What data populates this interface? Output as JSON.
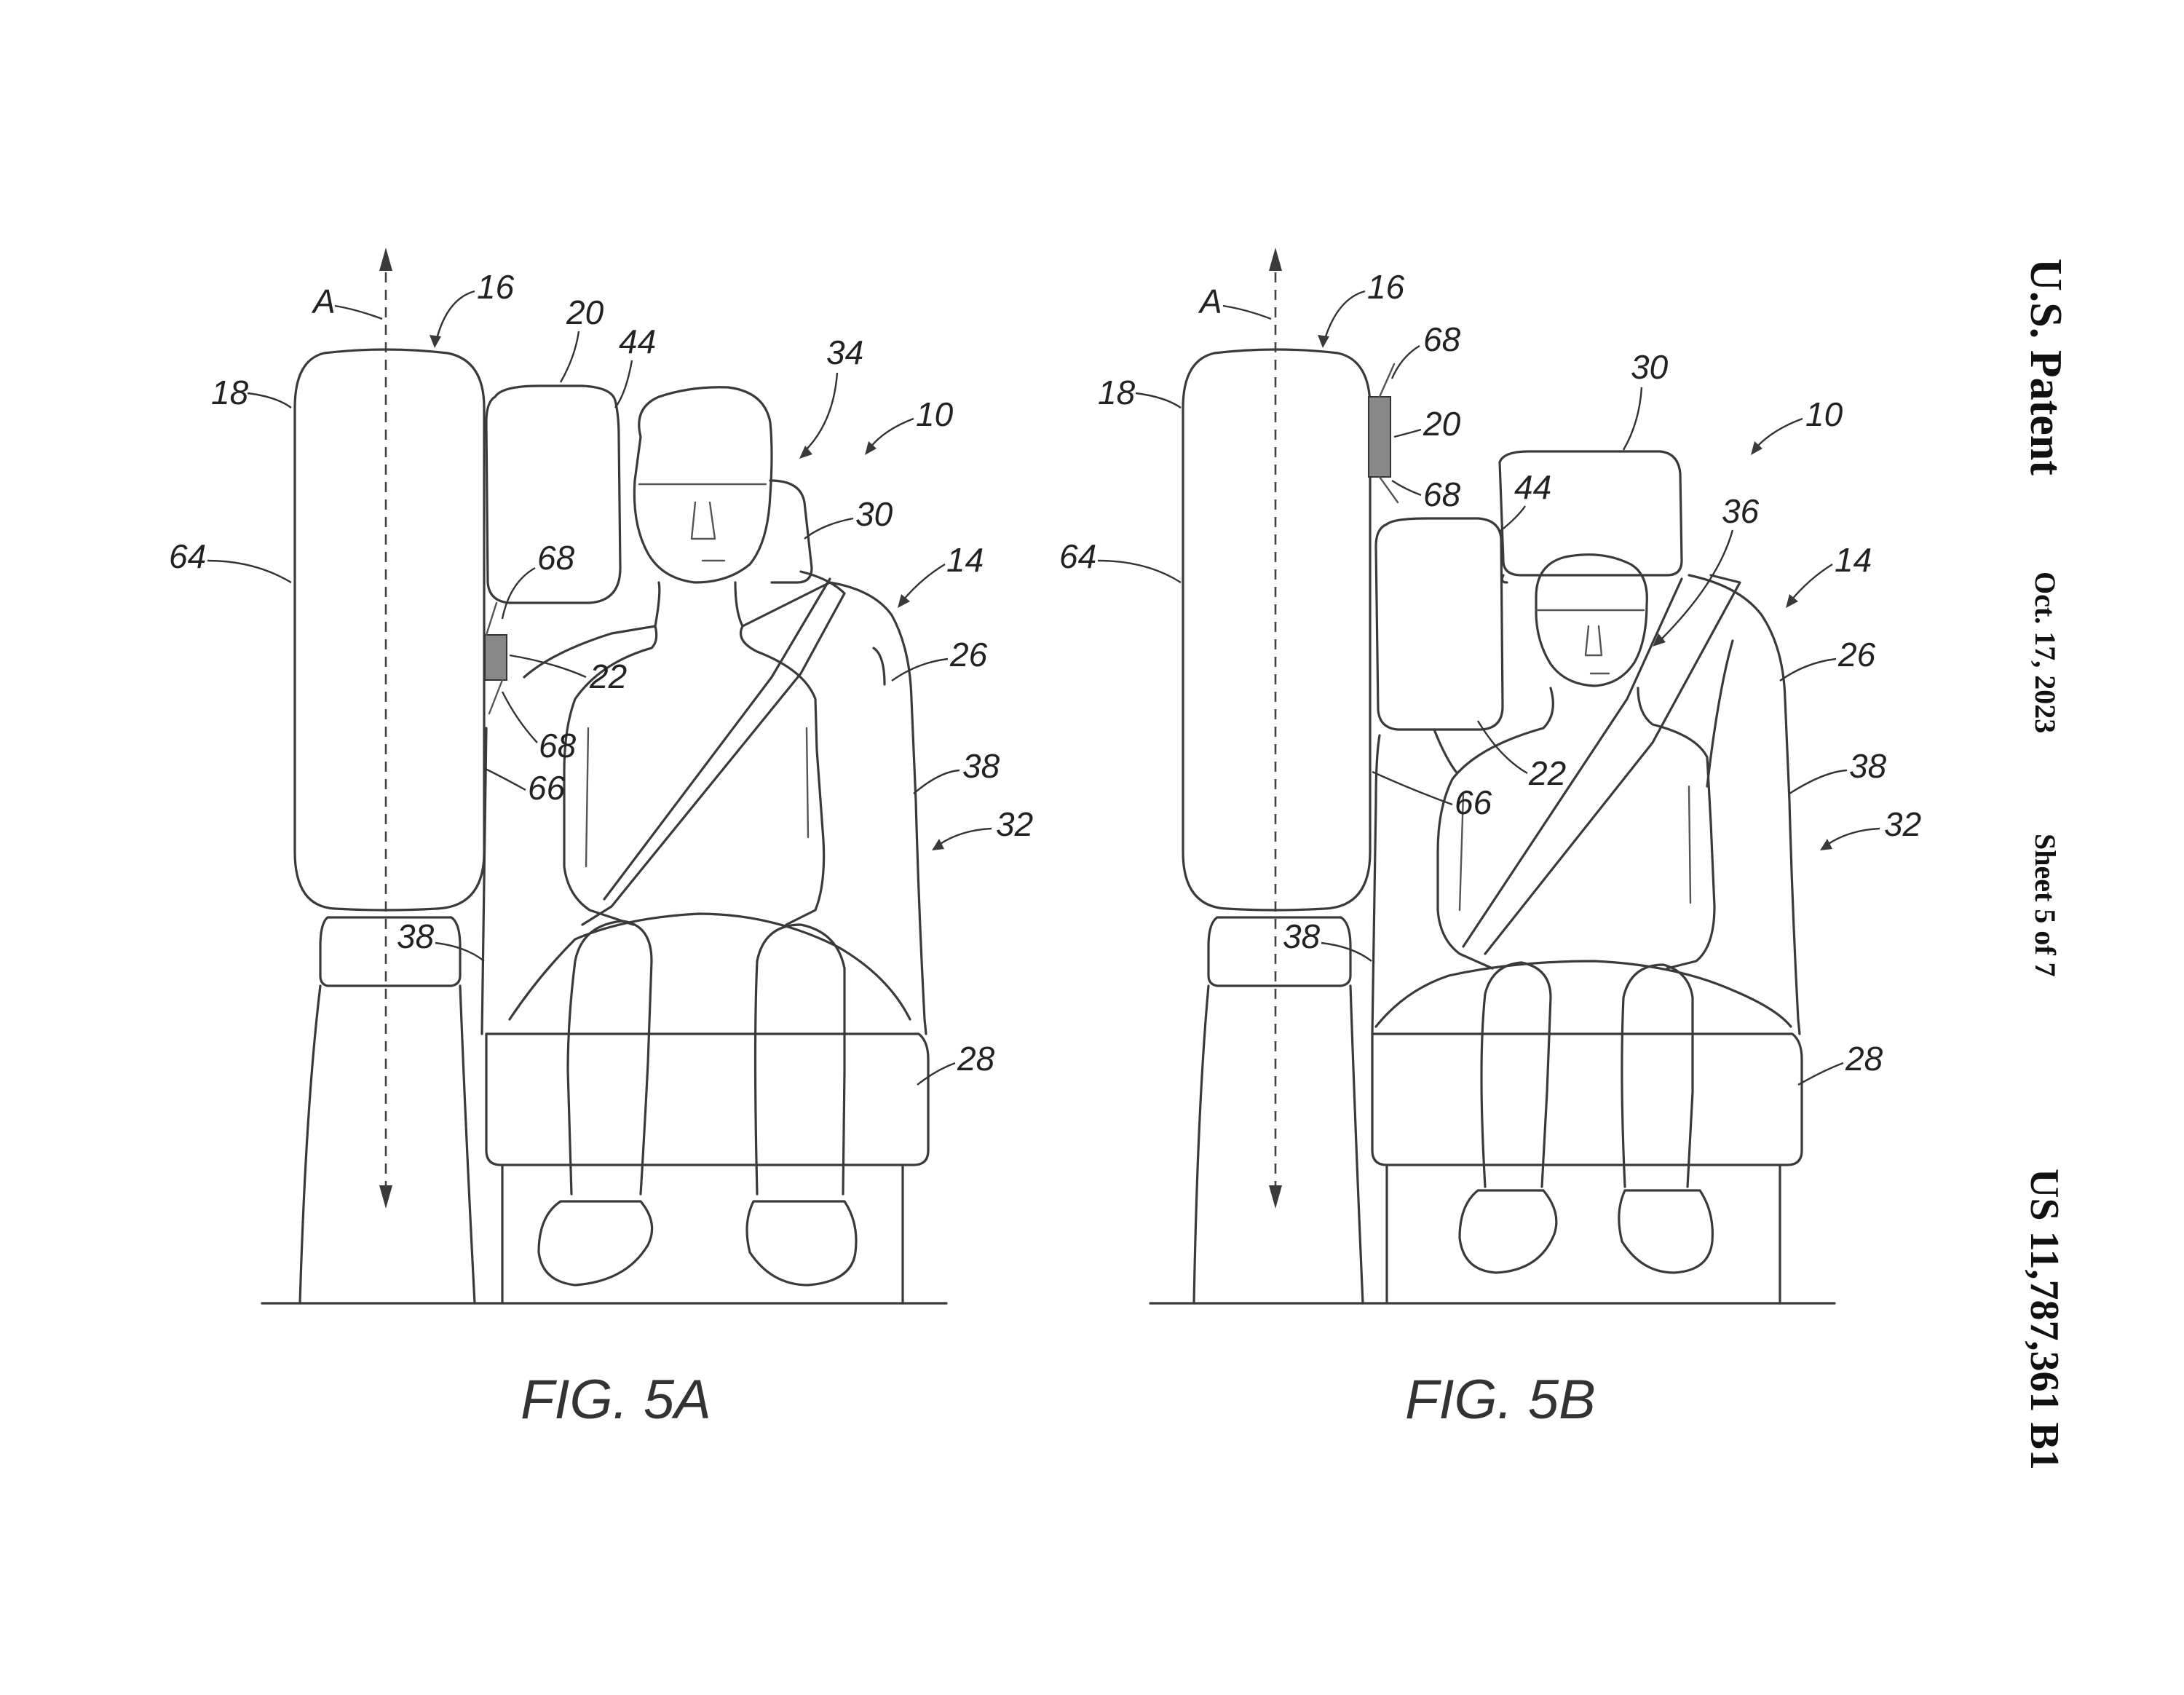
{
  "header": {
    "title": "U.S. Patent",
    "date": "Oct. 17, 2023",
    "sheet": "Sheet 5 of 7",
    "number": "US 11,787,361 B1"
  },
  "figures": [
    {
      "caption": "FIG. 5A",
      "refs": {
        "A": "A",
        "r16": "16",
        "r20": "20",
        "r44": "44",
        "r34": "34",
        "r10": "10",
        "r18": "18",
        "r64": "64",
        "r68a": "68",
        "r30": "30",
        "r14": "14",
        "r22": "22",
        "r26": "26",
        "r68b": "68",
        "r38a": "38",
        "r66": "66",
        "r32": "32",
        "r38b": "38",
        "r28": "28"
      }
    },
    {
      "caption": "FIG. 5B",
      "refs": {
        "A": "A",
        "r16": "16",
        "r68a": "68",
        "r30": "30",
        "r10": "10",
        "r18": "18",
        "r20": "20",
        "r44": "44",
        "r68b": "68",
        "r36": "36",
        "r14": "14",
        "r64": "64",
        "r26": "26",
        "r22": "22",
        "r38a": "38",
        "r66": "66",
        "r32": "32",
        "r38b": "38",
        "r28": "28"
      }
    }
  ]
}
